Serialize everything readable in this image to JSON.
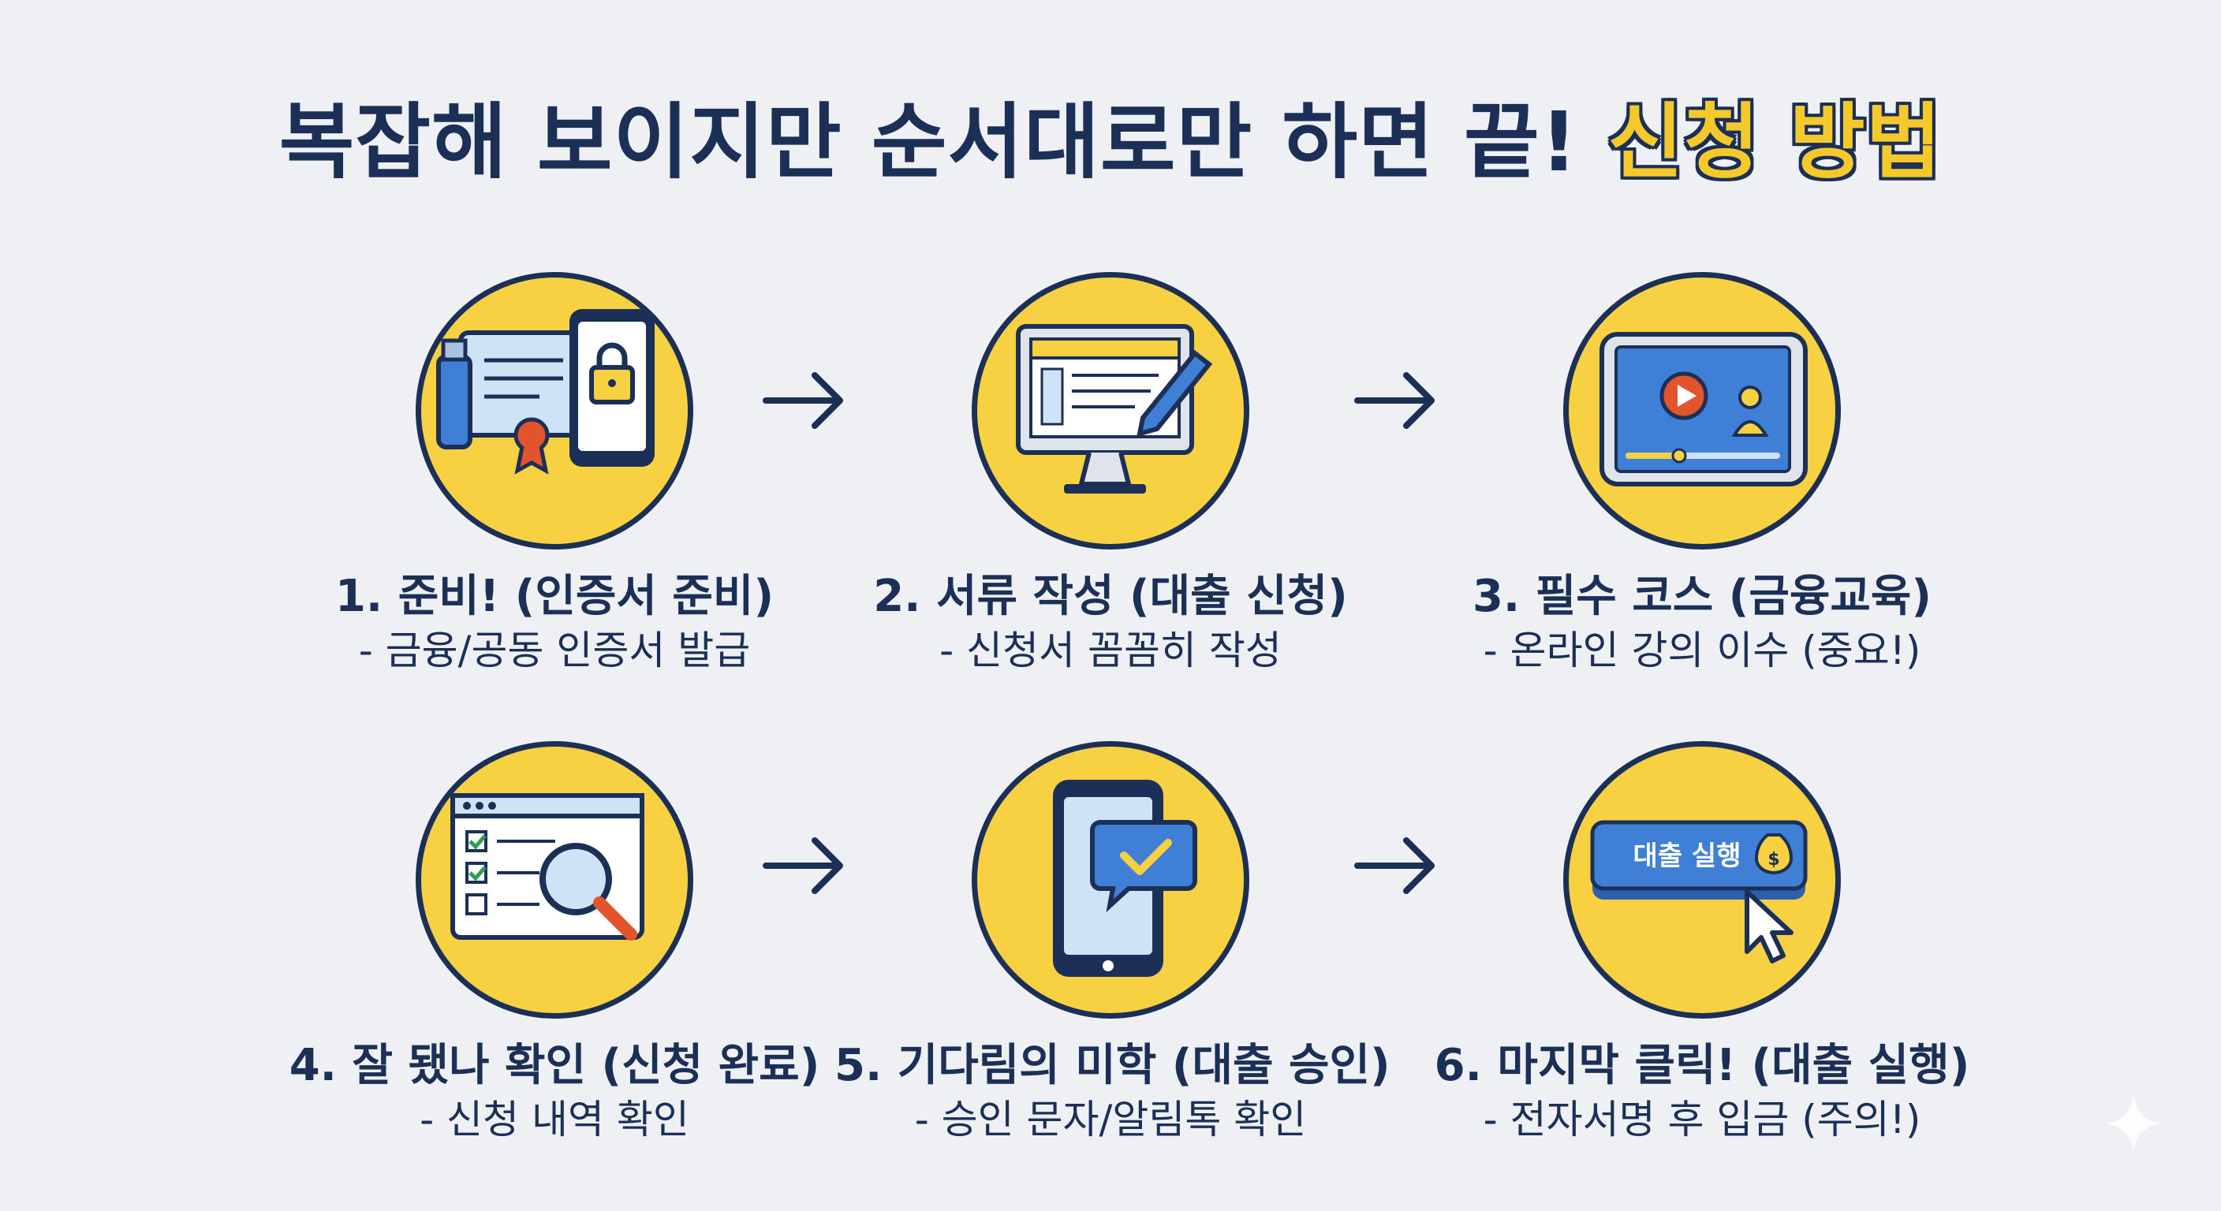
{
  "title": {
    "main": "복잡해 보이지만 순서대로만 하면 끝!",
    "highlight": "신청 방법"
  },
  "steps": [
    {
      "title": "1. 준비! (인증서 준비)",
      "desc": "- 금융/공동 인증서 발급",
      "icon": "certificate-phone-icon"
    },
    {
      "title": "2. 서류 작성 (대출 신청)",
      "desc": "- 신청서 꼼꼼히 작성",
      "icon": "monitor-pen-icon"
    },
    {
      "title": "3. 필수 코스 (금융교육)",
      "desc": "- 온라인 강의 이수 (중요!)",
      "icon": "tablet-video-icon"
    },
    {
      "title": "4. 잘 됐나 확인 (신청 완료)",
      "desc": "- 신청 내역 확인",
      "icon": "checklist-magnifier-icon"
    },
    {
      "title": "5. 기다림의 미학 (대출 승인)",
      "desc": "- 승인 문자/알림톡 확인",
      "icon": "phone-message-check-icon"
    },
    {
      "title": "6. 마지막 클릭! (대출 실행)",
      "desc": "- 전자서명 후 입금 (주의!)",
      "icon": "execute-button-icon",
      "button_label": "대출 실행"
    }
  ],
  "colors": {
    "navy": "#1b2f57",
    "yellow": "#f7d142",
    "blue": "#3f7fd6",
    "background": "#eef0f4"
  }
}
